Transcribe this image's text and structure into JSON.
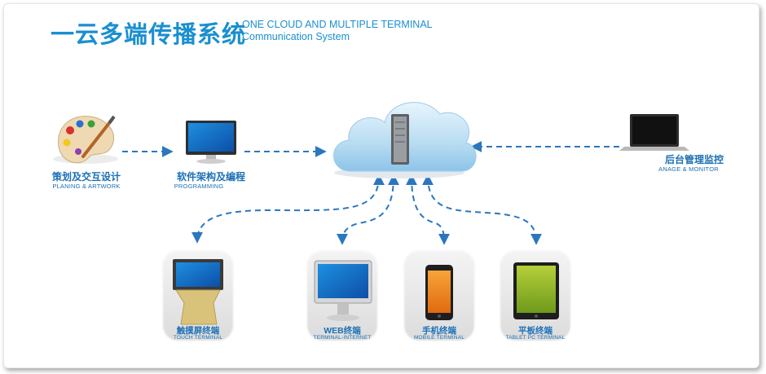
{
  "header": {
    "title_cn": "一云多端传播系统",
    "title_en_line1": "ONE CLOUD AND MULTIPLE TERMINAL",
    "title_en_line2": "Communication System"
  },
  "nodes": {
    "planning": {
      "label_cn": "策划及交互设计",
      "label_en": "PLANING & ARTWORK",
      "icon": "palette-icon"
    },
    "programming": {
      "label_cn": "软件架构及编程",
      "label_en": "PROGRAMMING",
      "icon": "monitor-icon"
    },
    "cloud": {
      "icon": "cloud-server-icon"
    },
    "backend": {
      "label_cn": "后台管理监控",
      "label_en": "ANAGE & MONITOR",
      "icon": "laptop-icon"
    },
    "touch": {
      "label_cn": "触摸屏终端",
      "label_en": "TOUCH TERMINAL",
      "icon": "touch-kiosk-icon"
    },
    "web": {
      "label_cn": "WEB终端",
      "label_en": "TERMINAL-INTERNET",
      "icon": "desktop-monitor-icon"
    },
    "mobile": {
      "label_cn": "手机终端",
      "label_en": "MOBILE TERMINAL",
      "icon": "smartphone-icon"
    },
    "tablet": {
      "label_cn": "平板终端",
      "label_en": "TABLET PC TERMINAL",
      "icon": "tablet-icon"
    }
  },
  "colors": {
    "title": "#1a8fd0",
    "label": "#1b6fb5",
    "arrow": "#2a77bf",
    "cloud": "#a8d4ef"
  }
}
